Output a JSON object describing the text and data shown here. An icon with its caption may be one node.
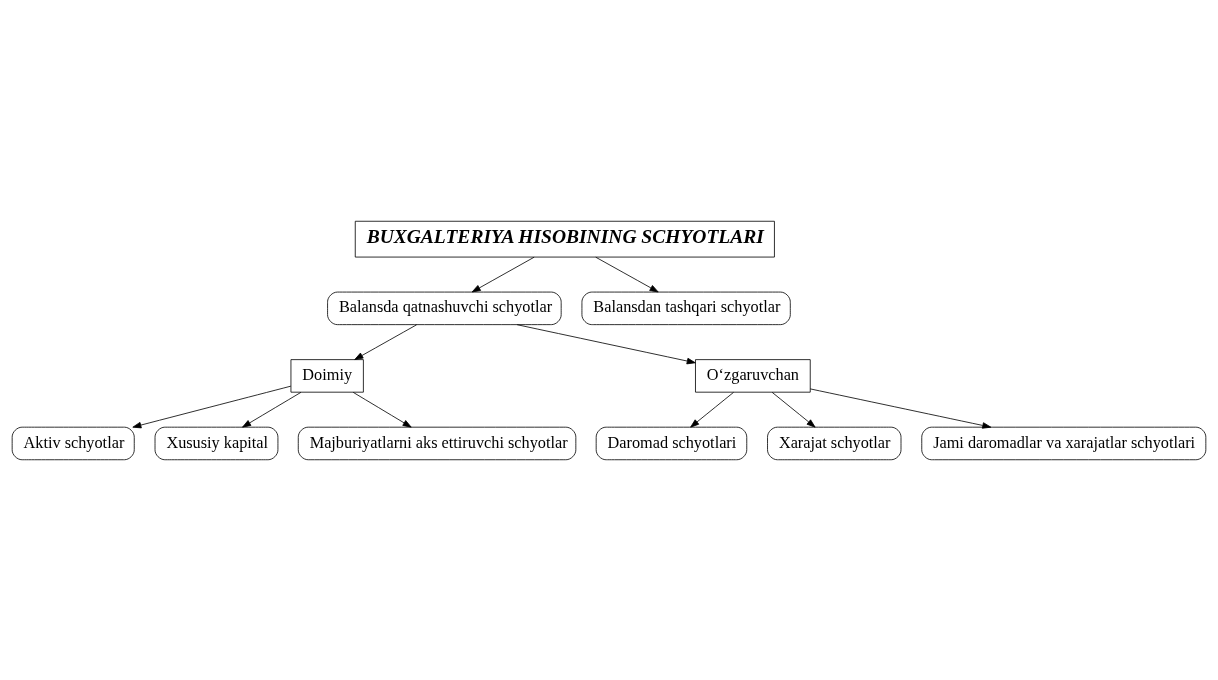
{
  "diagram": {
    "nodes": [
      {
        "text": [
          "BUXGALTERIYA HISOBINING SCHYOTLARI"
        ]
      },
      {
        "text": [
          "Balansda qatnashuvchi schyotlar"
        ]
      },
      {
        "text": [
          "Balansdan tashqari schyotlar"
        ]
      },
      {
        "text": [
          "Doimiy"
        ]
      },
      {
        "text": [
          "O‘zgaruvchan"
        ]
      },
      {
        "text": [
          "Aktiv schyotlar"
        ]
      },
      {
        "text": [
          "Xususiy kapital"
        ]
      },
      {
        "text": [
          "Majburiyatlarni aks ettiruvchi schyotlar"
        ]
      },
      {
        "text": [
          "Daromad schyotlari"
        ]
      },
      {
        "text": [
          "Xarajat schyotlar"
        ]
      },
      {
        "text": [
          "Jami daromadlar va xarajatlar schyotlari"
        ]
      }
    ],
    "edges": [
      {
        "from": 0,
        "to": 1,
        "arrow": "to"
      },
      {
        "from": 0,
        "to": 2,
        "arrow": "to"
      },
      {
        "from": 1,
        "to": 3,
        "arrow": "to"
      },
      {
        "from": 1,
        "to": 4,
        "arrow": "to"
      },
      {
        "from": 3,
        "to": 5,
        "arrow": "to"
      },
      {
        "from": 3,
        "to": 6,
        "arrow": "to"
      },
      {
        "from": 3,
        "to": 7,
        "arrow": "to"
      },
      {
        "from": 4,
        "to": 8,
        "arrow": "to"
      },
      {
        "from": 4,
        "to": 9,
        "arrow": "to"
      },
      {
        "from": 4,
        "to": 10,
        "arrow": "to"
      }
    ]
  }
}
